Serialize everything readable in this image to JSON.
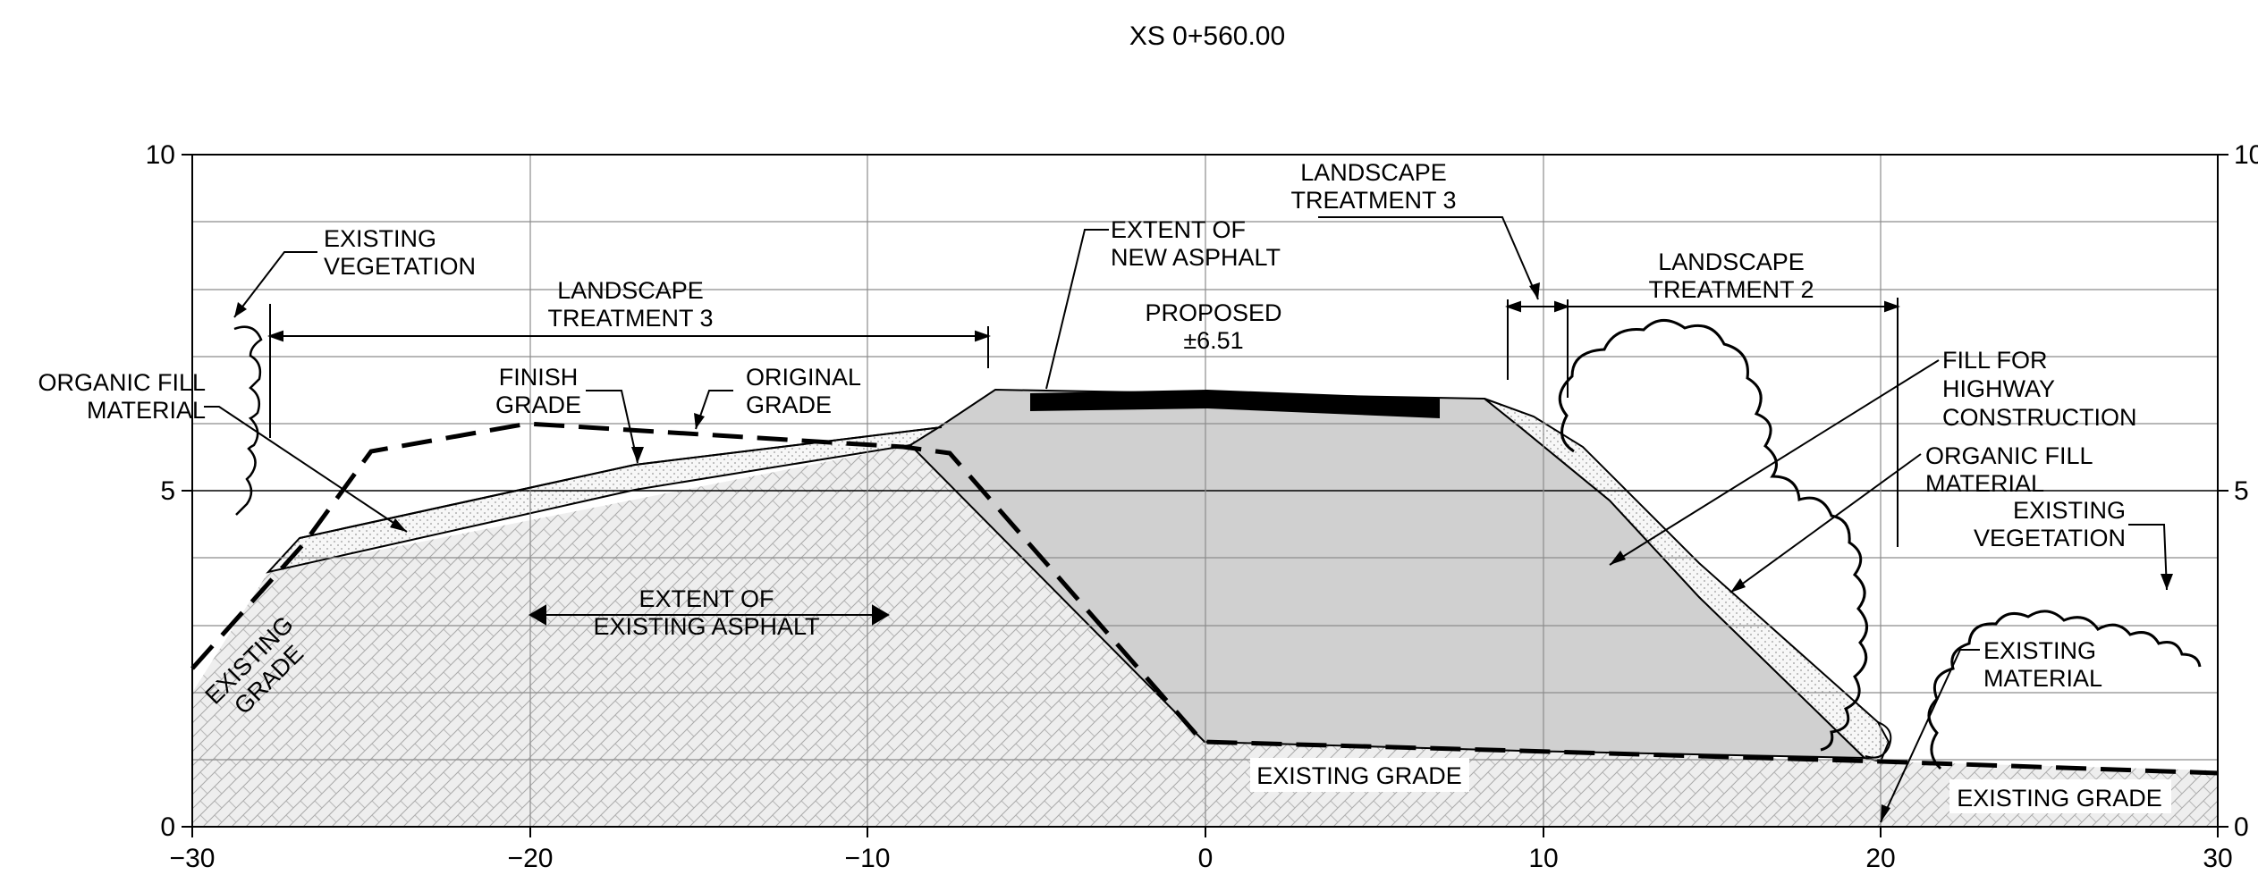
{
  "title": "XS  0+560.00",
  "axes": {
    "x_ticks": [
      "−30",
      "−20",
      "−10",
      "0",
      "10",
      "20",
      "30"
    ],
    "y_ticks_left": [
      "10",
      "5",
      "0"
    ],
    "y_ticks_right": [
      "10",
      "5",
      "0"
    ]
  },
  "labels": {
    "existing_vegetation_left": [
      "EXISTING",
      "VEGETATION"
    ],
    "landscape_treatment_3_left": [
      "LANDSCAPE",
      "TREATMENT  3"
    ],
    "organic_fill_left": [
      "ORGANIC  FILL",
      "MATERIAL"
    ],
    "finish_grade": [
      "FINISH",
      "GRADE"
    ],
    "original_grade": [
      "ORIGINAL",
      "GRADE"
    ],
    "extent_new_asphalt": [
      "EXTENT  OF",
      "NEW  ASPHALT"
    ],
    "proposed": [
      "PROPOSED",
      "±6.51"
    ],
    "landscape_treatment_3_right": [
      "LANDSCAPE",
      "TREATMENT  3"
    ],
    "landscape_treatment_2": [
      "LANDSCAPE",
      "TREATMENT  2"
    ],
    "fill_for_highway": [
      "FILL  FOR",
      "HIGHWAY",
      "CONSTRUCTION"
    ],
    "organic_fill_right": [
      "ORGANIC  FILL",
      "MATERIAL"
    ],
    "existing_vegetation_right": [
      "EXISTING",
      "VEGETATION"
    ],
    "extent_existing_asphalt": [
      "EXTENT  OF",
      "EXISTING  ASPHALT"
    ],
    "existing_grade_left": [
      "EXISTING",
      "GRADE"
    ],
    "existing_grade_center": "EXISTING  GRADE",
    "existing_material": [
      "EXISTING",
      "MATERIAL"
    ],
    "existing_grade_right": "EXISTING  GRADE"
  },
  "colors": {
    "fill_gray": "#d0d0d0",
    "existing_material": "#eeeeee",
    "organic_fill": "#f6f6f6",
    "grid": "#8c8c8c",
    "line": "#000000"
  }
}
